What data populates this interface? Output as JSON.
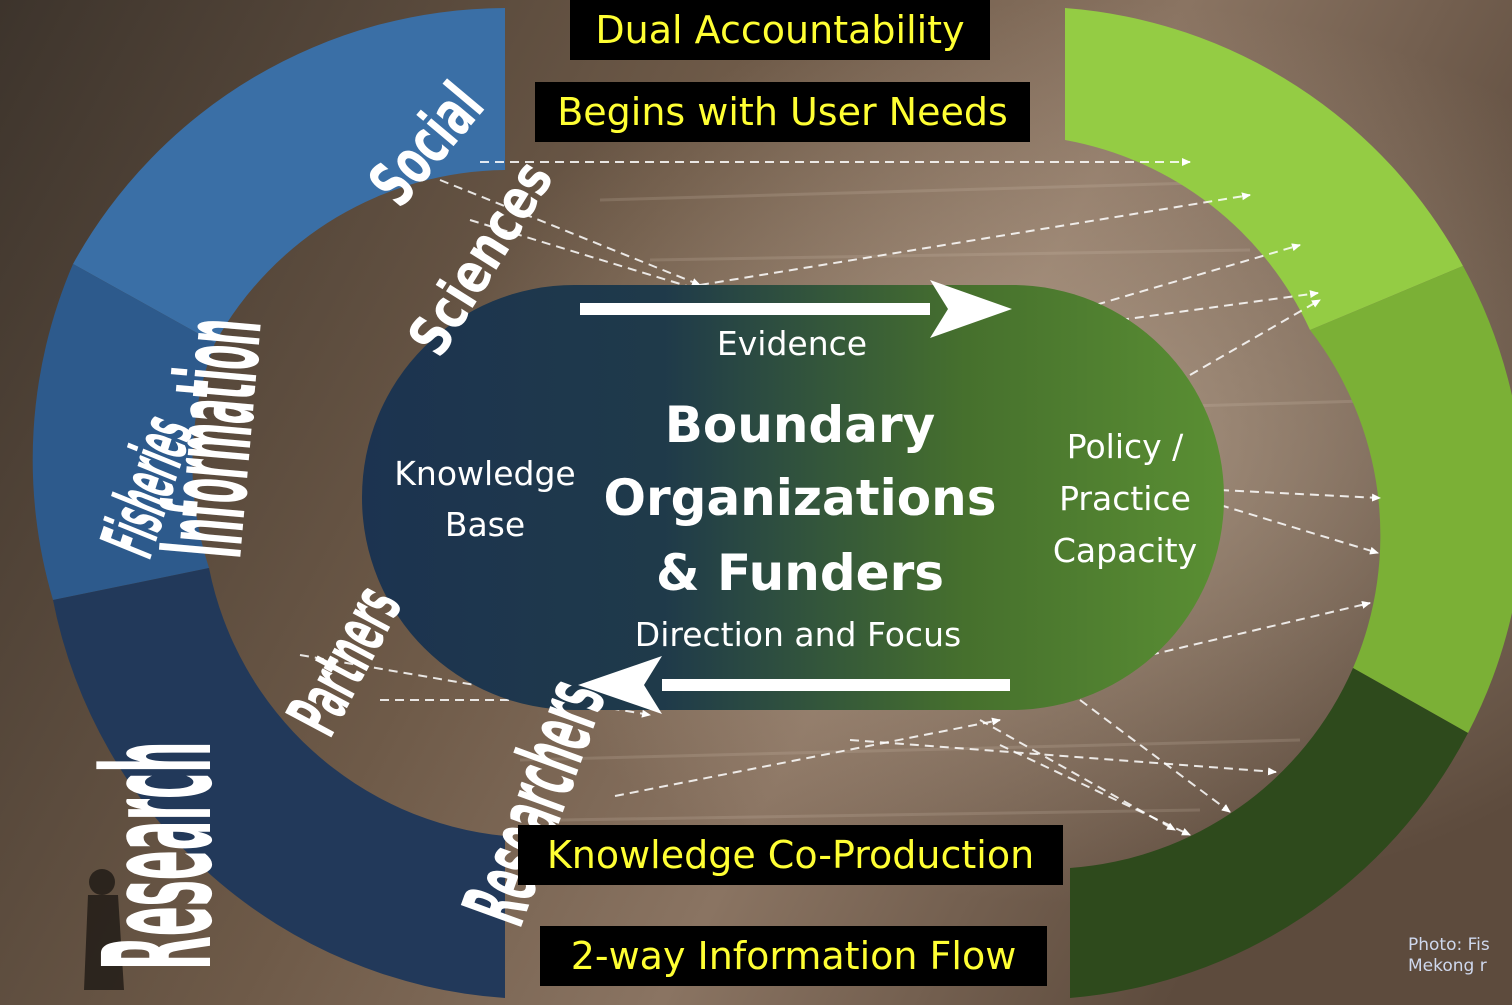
{
  "banners": {
    "dual_accountability": "Dual Accountability",
    "user_needs": "Begins with User Needs",
    "co_production": "Knowledge Co-Production",
    "info_flow": "2-way Information Flow"
  },
  "center": {
    "title_line1": "Boundary",
    "title_line2": "Organizations",
    "title_line3": "& Funders",
    "evidence": "Evidence",
    "direction": "Direction and Focus",
    "knowledge_line1": "Knowledge",
    "knowledge_line2": "Base",
    "policy_line1": "Policy /",
    "policy_line2": "Practice",
    "policy_line3": "Capacity"
  },
  "left_ring": {
    "label_fisheries": "Fisheries",
    "label_social": "Social",
    "label_sciences": "Sciences",
    "label_research": "Research",
    "label_information": "Information",
    "label_partners": "Partners",
    "label_researchers": "Researchers"
  },
  "photo_credit": {
    "line1": "Photo: Fis",
    "line2": "Mekong r"
  },
  "colors": {
    "banner_bg": "#000000",
    "banner_text": "#ffff33",
    "pill_left": "#1c3350",
    "pill_right": "#5a8f33",
    "arc_light": "#94cc44",
    "arc_mid": "#7bb036",
    "arc_dark": "#2e4a1c",
    "ring_blue": "#3a6fa6",
    "ring_navy": "#22395a"
  }
}
